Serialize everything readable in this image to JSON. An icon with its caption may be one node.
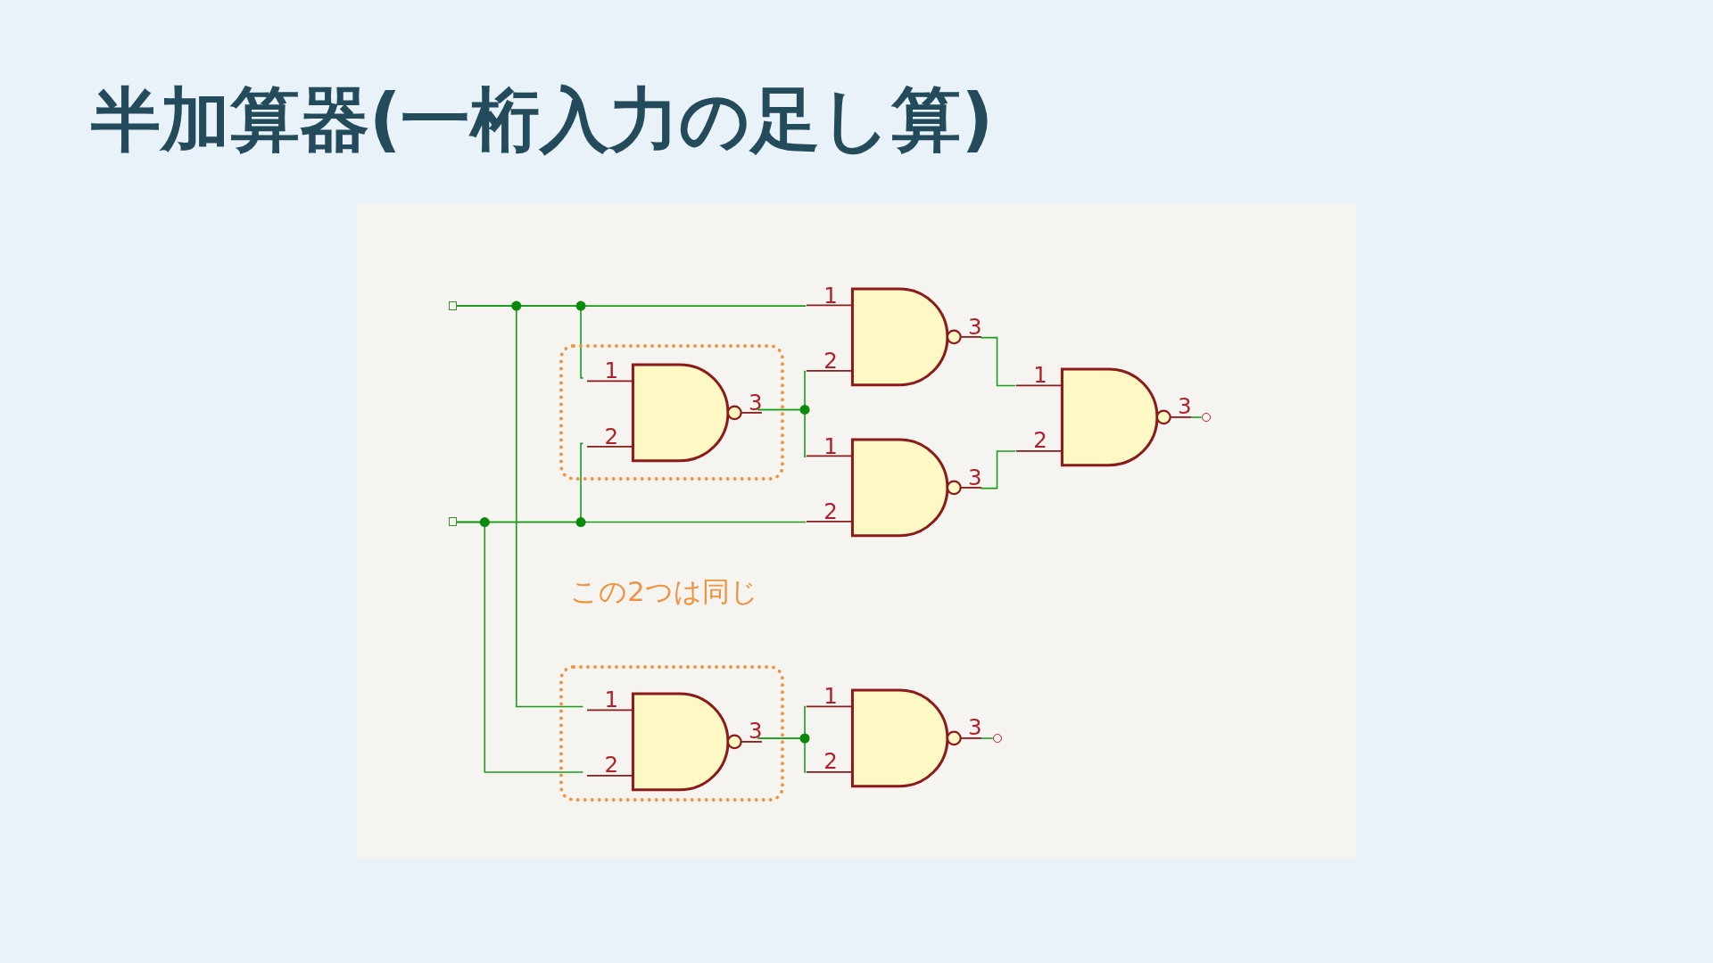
{
  "diagram": {
    "title": "半加算器(一桁入力の足し算)",
    "nodes": [
      {
        "text": [],
        "shape": "square"
      },
      {
        "text": [],
        "shape": "square"
      },
      {
        "text": [],
        "shape": "box"
      },
      {
        "text": [
          "1",
          "2",
          "3"
        ],
        "in": 2
      },
      {
        "text": [
          "1",
          "2",
          "3"
        ]
      },
      {
        "text": [
          "1",
          "2",
          "3"
        ]
      },
      {
        "text": [
          "1",
          "2",
          "3"
        ]
      },
      {
        "text": [],
        "shape": "circle"
      },
      {
        "text": [],
        "shape": "box"
      },
      {
        "text": [
          "1",
          "2",
          "3"
        ],
        "in": 8
      },
      {
        "text": [
          "1",
          "2",
          "3"
        ]
      },
      {
        "text": [],
        "shape": "circle"
      }
    ],
    "edges": [
      {
        "from": 0,
        "to": 4,
        "arrow": "none"
      },
      {
        "from": 0,
        "to": 3,
        "arrow": "none"
      },
      {
        "from": 0,
        "to": 9,
        "arrow": "none"
      },
      {
        "from": 1,
        "to": 5,
        "arrow": "none"
      },
      {
        "from": 1,
        "to": 3,
        "arrow": "none"
      },
      {
        "from": 1,
        "to": 9,
        "arrow": "none"
      },
      {
        "from": 3,
        "to": 4,
        "arrow": "none"
      },
      {
        "from": 3,
        "to": 5,
        "arrow": "none"
      },
      {
        "from": 4,
        "to": 6,
        "arrow": "none"
      },
      {
        "from": 5,
        "to": 6,
        "arrow": "none"
      },
      {
        "from": 6,
        "to": 7,
        "arrow": "none"
      },
      {
        "from": 9,
        "to": 10,
        "arrow": "none"
      },
      {
        "from": 9,
        "to": 10,
        "arrow": "none"
      },
      {
        "from": 10,
        "to": 11,
        "arrow": "none"
      }
    ],
    "labels": [
      "この2つは同じ"
    ]
  }
}
